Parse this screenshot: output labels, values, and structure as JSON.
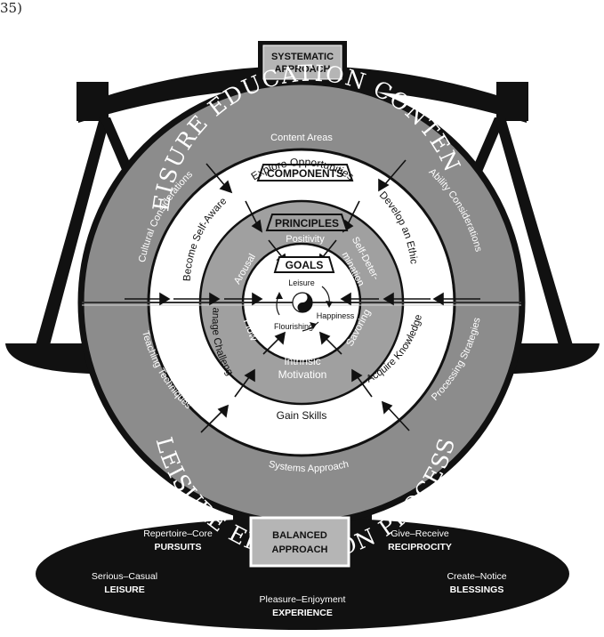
{
  "figure_ref": "35)",
  "top_box": {
    "line1": "SYSTEMATIC",
    "line2": "APPROACH"
  },
  "outer_ring": {
    "top_text": "LEISURE EDUCATION CONTENT",
    "bottom_text": "LEISURE EDUCATION PROCESS",
    "content_areas": "Content Areas",
    "cultural": "Cultural Considerations",
    "ability": "Ability Considerations",
    "teaching": "Teaching Techniques",
    "processing": "Processing Strategies",
    "systems": "Systems Approach"
  },
  "components": {
    "title": "COMPONENTS",
    "explore": "Explore Opportunities",
    "aware": "Become Self-Aware",
    "ethic": "Develop an Ethic",
    "challenges": "Manage Challenges",
    "knowledge": "Acquire Knowledge",
    "skills": "Gain Skills"
  },
  "principles": {
    "title": "PRINCIPLES",
    "positivity": "Positivity",
    "arousal": "Arousal",
    "self_det_1": "Self-Deter-",
    "self_det_2": "mination",
    "flow": "Flow",
    "savoring": "Savoring",
    "intrinsic": "Intrinsic",
    "motivation": "Motivation"
  },
  "goals": {
    "title": "GOALS",
    "leisure": "Leisure",
    "happiness": "Happiness",
    "flourishing": "Flourishing"
  },
  "bottom_box": {
    "line1": "BALANCED",
    "line2": "APPROACH"
  },
  "base": {
    "pursuits_pair": "Repertoire–Core",
    "pursuits": "PURSUITS",
    "reciprocity_pair": "Give–Receive",
    "reciprocity": "RECIPROCITY",
    "leisure_pair": "Serious–Casual",
    "leisure": "LEISURE",
    "blessings_pair": "Create–Notice",
    "blessings": "BLESSINGS",
    "experience_pair": "Pleasure–Enjoyment",
    "experience": "EXPERIENCE"
  },
  "colors": {
    "ring_gray": "#8c8c8c",
    "mid_gray": "#a0a0a0",
    "light_gray": "#b5b5b5",
    "black": "#111111",
    "white": "#ffffff"
  }
}
